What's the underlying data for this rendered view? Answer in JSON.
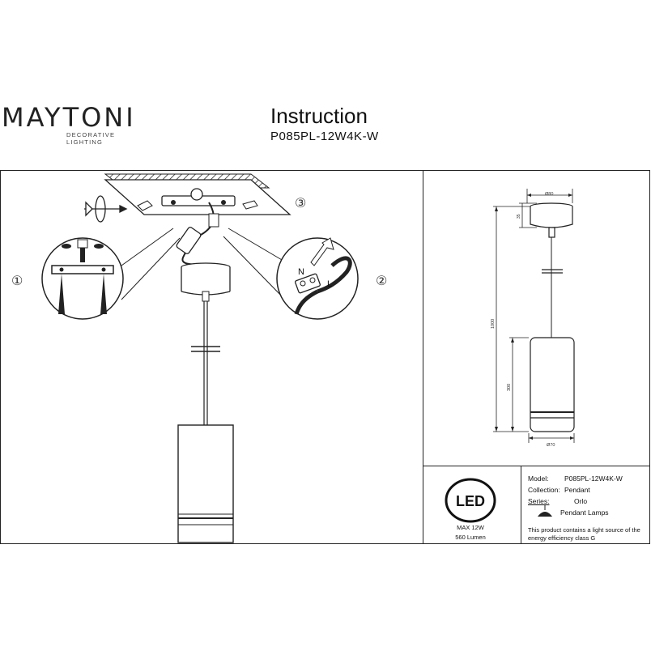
{
  "brand": {
    "name": "MAYTONI",
    "tagline": "DECORATIVE LIGHTING"
  },
  "document": {
    "title": "Instruction",
    "model": "P085PL-12W4K-W"
  },
  "steps": [
    "①",
    "②",
    "③"
  ],
  "wiring": {
    "neutral": "N",
    "live": "L"
  },
  "dimensions": {
    "canopy_diameter": "Ø80",
    "canopy_height": "35",
    "total_height": "1000",
    "shade_height": "300",
    "shade_diameter": "Ø70"
  },
  "badge": {
    "label": "LED",
    "power": "MAX 12W",
    "lumen": "560 Lumen"
  },
  "specs": {
    "model_label": "Model:",
    "model_value": "P085PL-12W4K-W",
    "collection_label": "Collection:",
    "collection_value": "Pendant",
    "series_label": "Series:",
    "series_value": "Orlo",
    "type_value": "Pendant Lamps",
    "energy_line1": "This product contains a light source of the",
    "energy_line2": "energy efficiency class G"
  }
}
